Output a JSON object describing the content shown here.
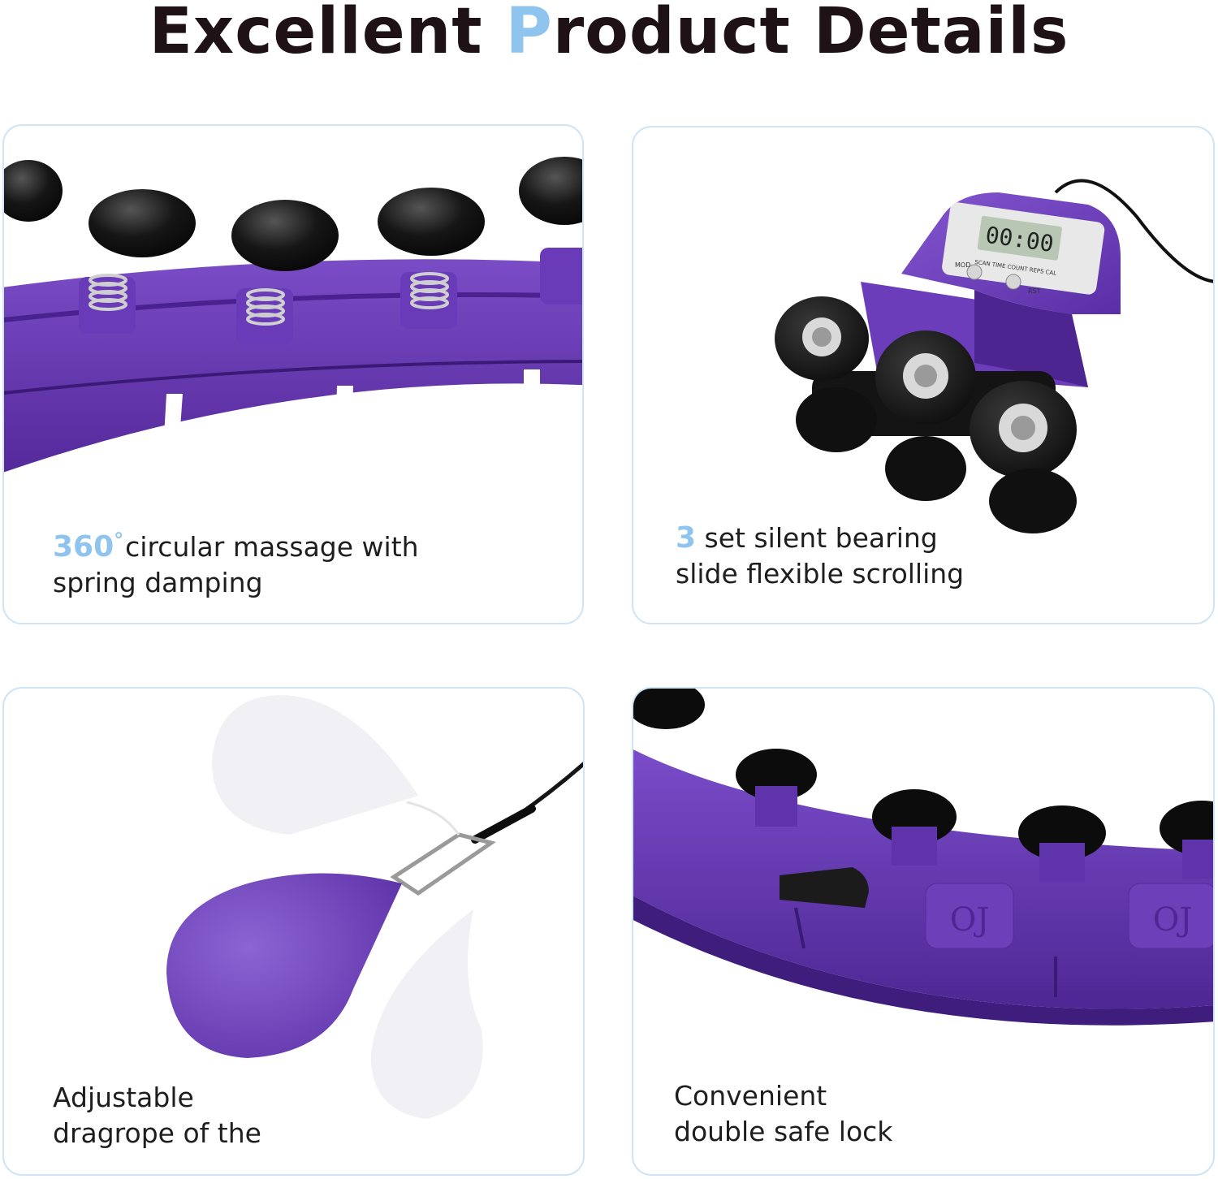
{
  "header": {
    "title_start": "Excellent ",
    "title_accent": "P",
    "title_end": "roduct Details"
  },
  "colors": {
    "accent": "#8ec4ee",
    "purple": "#6a3fb5",
    "card_border": "#cfe5f6",
    "text": "#1e1e1e"
  },
  "cards": [
    {
      "highlight": "360",
      "degree": "°",
      "line1": "circular massage with",
      "line2": "spring damping"
    },
    {
      "highlight": "3",
      "line1": " set silent bearing",
      "line2": "slide flexible scrolling",
      "timer": {
        "display": "00:00",
        "labels": "SCAN TIME COUNT REPS CAL",
        "mod": "MOD",
        "rst": "RST"
      }
    },
    {
      "line1": "Adjustable",
      "line2": "dragrope of the"
    },
    {
      "line1": "Convenient",
      "line2": "double safe lock",
      "emboss": "OJ"
    }
  ]
}
